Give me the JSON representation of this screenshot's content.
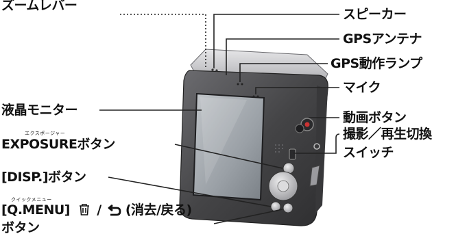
{
  "labels": {
    "zoom_lever": "ズームレバー",
    "speaker": "スピーカー",
    "gps_antenna": "GPSアンテナ",
    "gps_lamp": "GPS動作ランプ",
    "mic": "マイク",
    "lcd": "液晶モニター",
    "movie_button": "動画ボタン",
    "exposure_ruby": "エクスポージャー",
    "exposure_button": "EXPOSUREボタン",
    "mode_switch_line1": "撮影／再生切換",
    "mode_switch_line2": "スイッチ",
    "disp_button": "[DISP.]ボタン",
    "qmenu_ruby": "クイックメニュー",
    "qmenu_prefix": "[Q.MENU]",
    "qmenu_suffix": "(消去/戻る)",
    "qmenu_button": "ボタン",
    "qmenu_separator": "/"
  },
  "icons": {
    "trash": "trash-icon",
    "return": "return-arrow-icon"
  },
  "colors": {
    "label_text": "#111111",
    "leader_line": "#222222",
    "camera_body": "#4a4a4c",
    "camera_top": "#cfcfd1",
    "screen": "#9aa0a6"
  }
}
